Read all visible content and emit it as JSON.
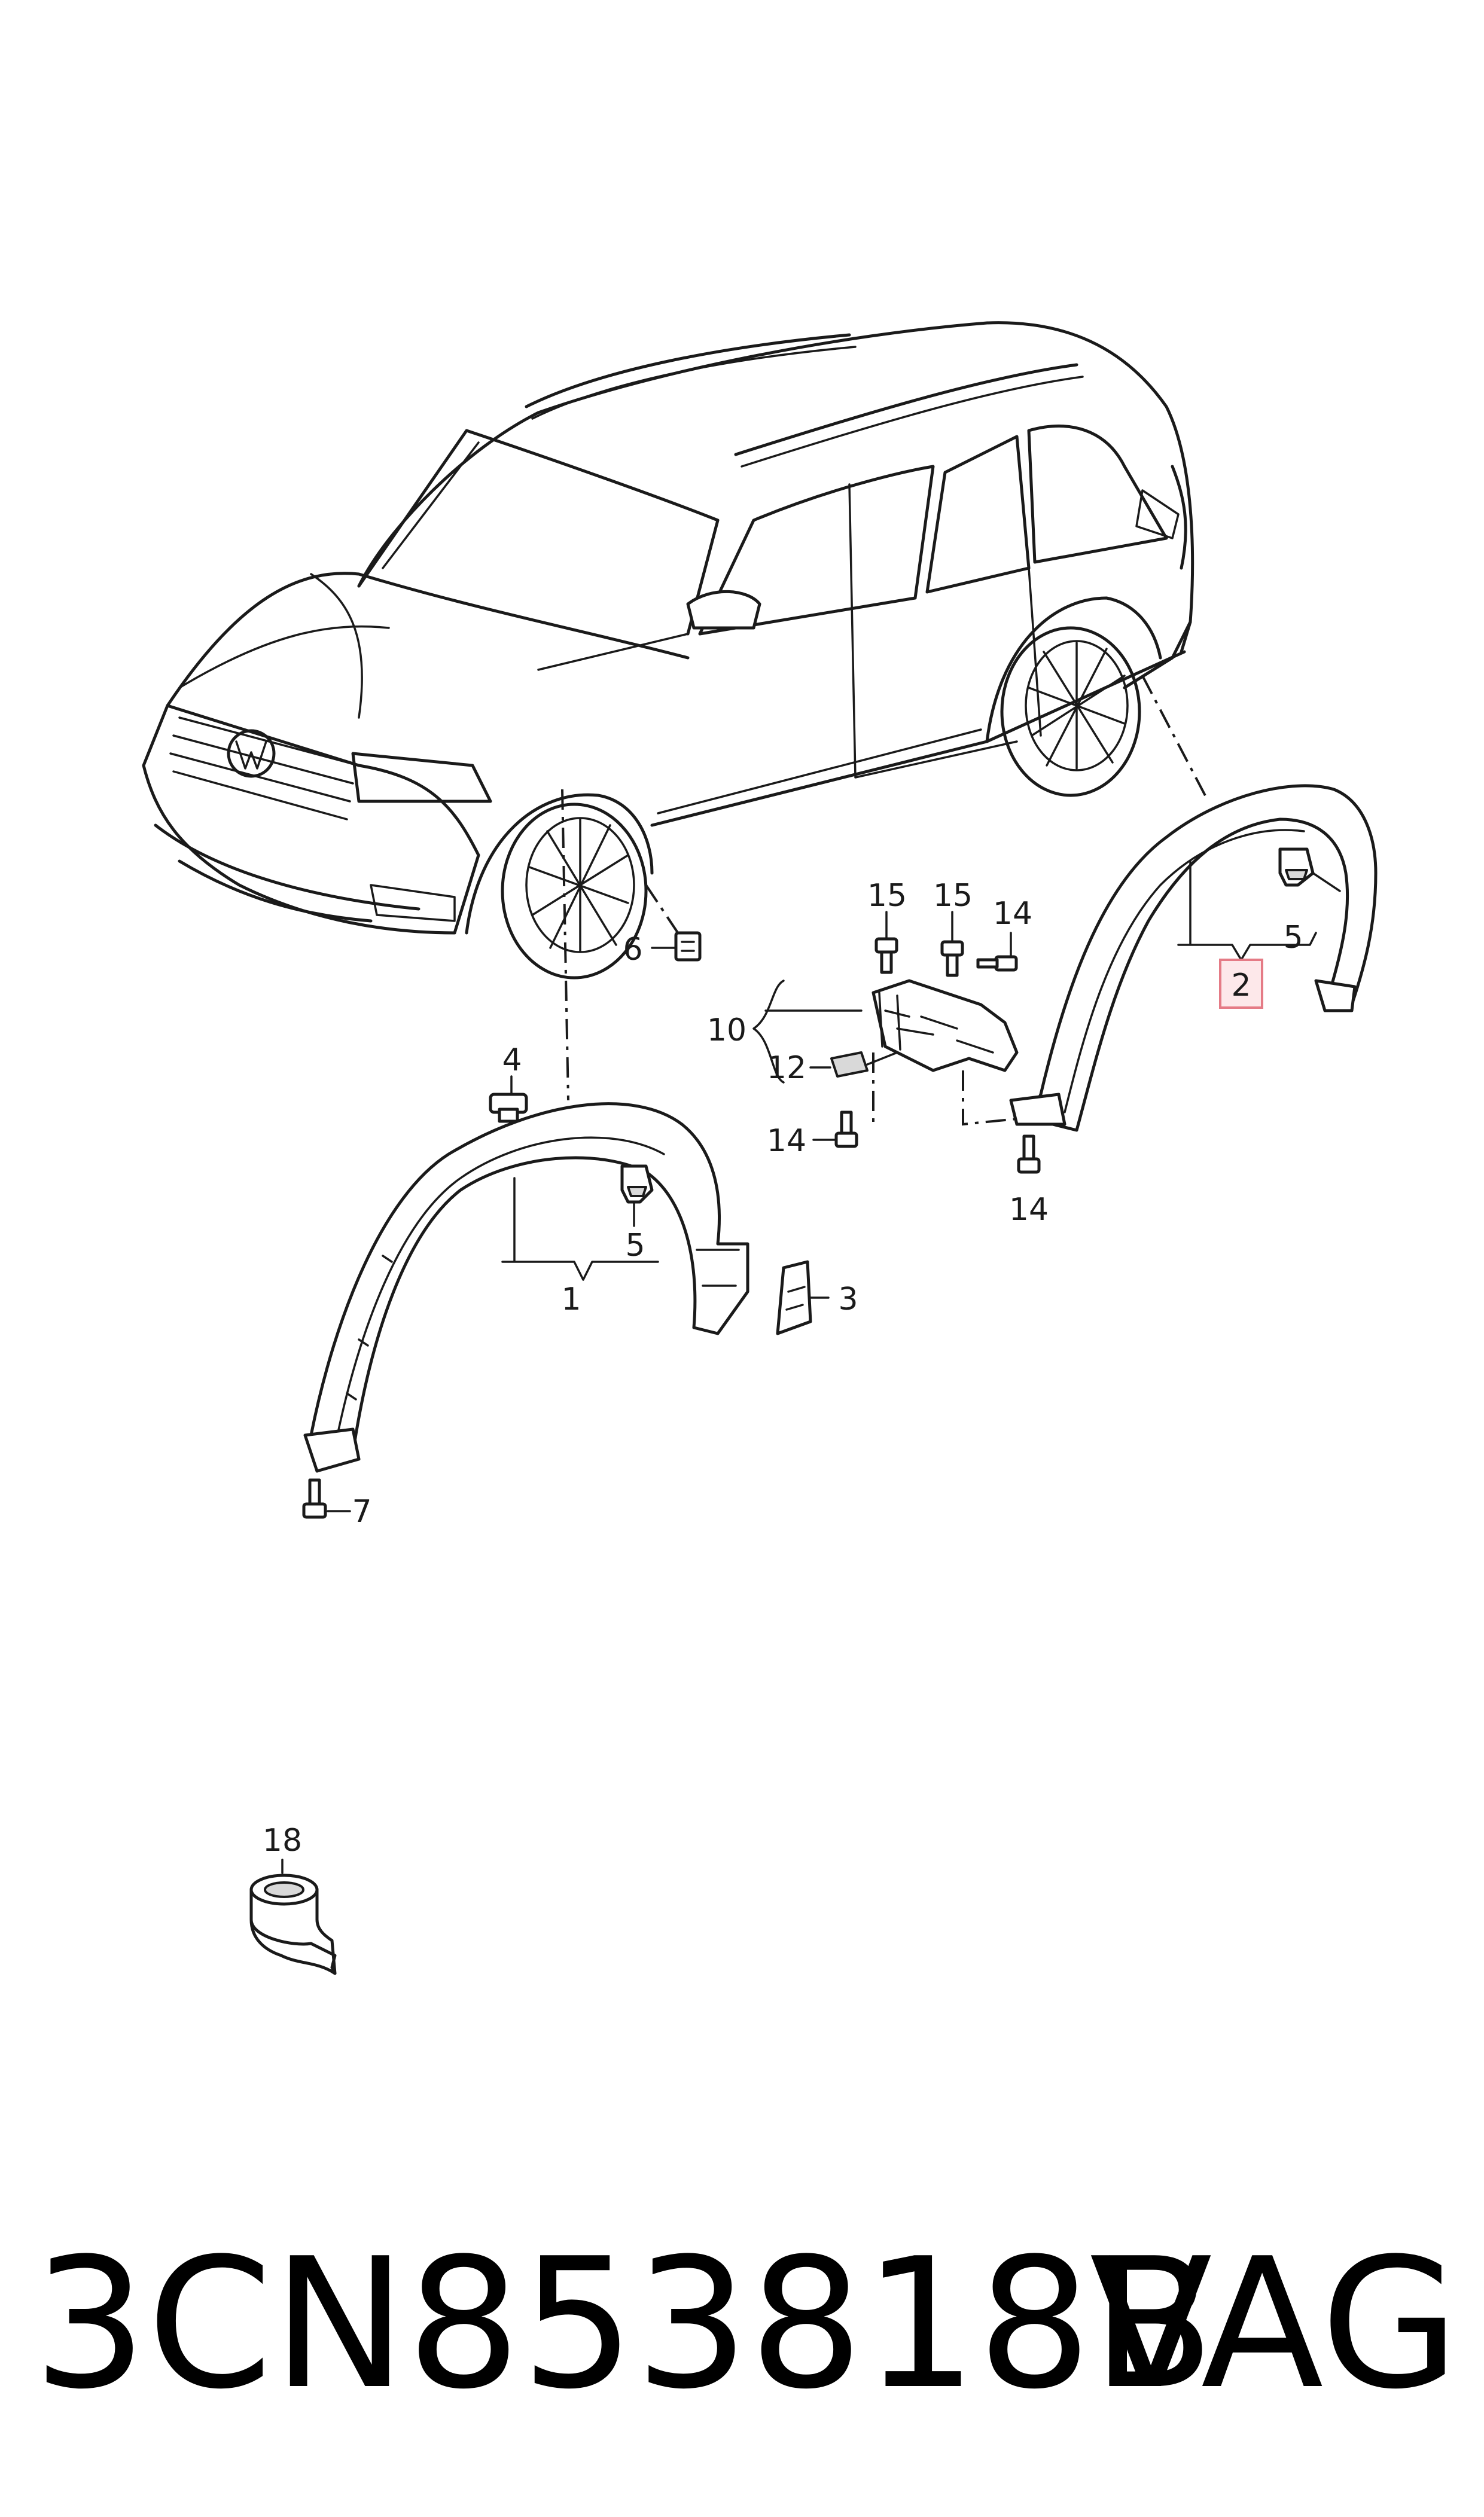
{
  "callouts": {
    "c1": "1",
    "c2": "2",
    "c3": "3",
    "c4": "4",
    "c5a": "5",
    "c5b": "5",
    "c6": "6",
    "c7": "7",
    "c10": "10",
    "c12": "12",
    "c14a": "14",
    "c14b": "14",
    "c14c": "14",
    "c15a": "15",
    "c15b": "15",
    "c18": "18"
  },
  "highlight": {
    "callout": "2",
    "fill": "#fde8ea",
    "border": "#e57b86"
  },
  "footer": {
    "part_number": "3CN853818B",
    "brand": "VAG"
  }
}
